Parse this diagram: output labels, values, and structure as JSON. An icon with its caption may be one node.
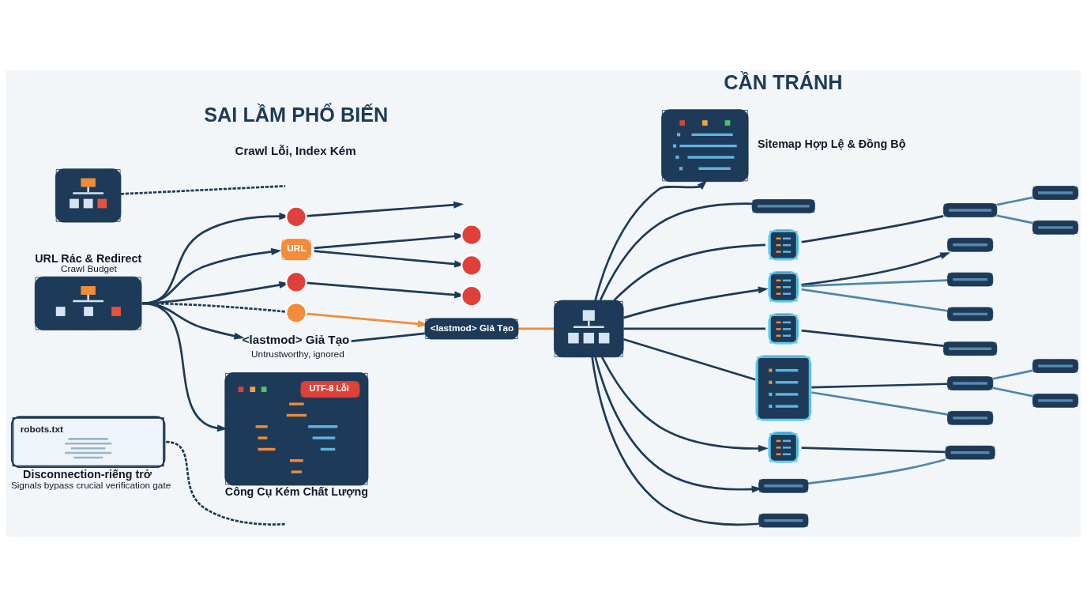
{
  "diagram": {
    "nodes": [
      {
        "text": [],
        "shape": "picture"
      },
      {
        "text": [],
        "shape": "picture",
        "beside": [
          "URL Rác & Redirect",
          "Crawl Budget"
        ]
      },
      {
        "text": [],
        "shape": "circle"
      },
      {
        "text": [
          "URL"
        ]
      },
      {
        "text": [],
        "shape": "circle"
      },
      {
        "text": [],
        "shape": "circle"
      },
      {
        "text": [],
        "shape": "circle"
      },
      {
        "text": [],
        "shape": "circle"
      },
      {
        "text": [],
        "shape": "circle"
      },
      {
        "text": [
          "<lastmod> Giả Tạo"
        ]
      },
      {
        "text": [
          "<lastmod> Giả Tạo",
          "Untrustworthy, ignored"
        ]
      },
      {
        "text": [
          "robots.txt"
        ],
        "beside": [
          "Disconnection-riếng trở",
          "Signals bypass crucial verification gate"
        ]
      },
      {
        "text": [
          "UTF-8 Lỗi"
        ],
        "beside": [
          "Công Cụ Kém Chất Lượng"
        ]
      },
      {
        "text": [],
        "shape": "picture"
      },
      {
        "text": [],
        "shape": "picture",
        "beside": [
          "Sitemap Hợp Lệ & Đồng Bộ"
        ]
      },
      {
        "text": [],
        "shape": "bar"
      },
      {
        "text": [],
        "shape": "picture"
      },
      {
        "text": [],
        "shape": "bar"
      },
      {
        "text": [],
        "shape": "bar"
      },
      {
        "text": [],
        "shape": "bar"
      },
      {
        "text": [],
        "shape": "picture"
      },
      {
        "text": [],
        "shape": "bar"
      },
      {
        "text": [],
        "shape": "bar"
      },
      {
        "text": [],
        "shape": "bar"
      },
      {
        "text": [],
        "shape": "picture"
      },
      {
        "text": [],
        "shape": "bar"
      },
      {
        "text": [],
        "shape": "picture"
      },
      {
        "text": [],
        "shape": "bar"
      },
      {
        "text": [],
        "shape": "bar"
      },
      {
        "text": [],
        "shape": "bar"
      },
      {
        "text": [],
        "shape": "bar"
      },
      {
        "text": [],
        "shape": "picture"
      },
      {
        "text": [],
        "shape": "bar"
      },
      {
        "text": [],
        "shape": "bar"
      },
      {
        "text": [],
        "shape": "bar"
      }
    ],
    "edges": [
      {
        "from": 0,
        "to": null,
        "arrow": "none",
        "style": "dashed"
      },
      {
        "from": 1,
        "to": 2,
        "arrow": "to"
      },
      {
        "from": 2,
        "to": null,
        "arrow": "to"
      },
      {
        "from": 1,
        "to": 3,
        "arrow": "to"
      },
      {
        "from": 3,
        "to": 4,
        "arrow": "to"
      },
      {
        "from": 3,
        "to": 5,
        "arrow": "to"
      },
      {
        "from": 1,
        "to": 6,
        "arrow": "to"
      },
      {
        "from": 6,
        "to": 7,
        "arrow": "to"
      },
      {
        "from": 1,
        "to": 8,
        "arrow": "none",
        "style": "dashed"
      },
      {
        "from": 8,
        "to": 9,
        "arrow": "to",
        "color": "#f28c38"
      },
      {
        "from": 9,
        "to": 13,
        "arrow": "none",
        "color": "#f28c38"
      },
      {
        "from": 9,
        "to": 10,
        "arrow": "none"
      },
      {
        "from": 1,
        "to": 10,
        "arrow": "to"
      },
      {
        "from": 1,
        "to": 12,
        "arrow": "to"
      },
      {
        "from": 11,
        "to": null,
        "arrow": "none",
        "style": "dashed"
      },
      {
        "from": 13,
        "to": 14,
        "arrow": "to"
      },
      {
        "from": 13,
        "to": 15,
        "arrow": "none"
      },
      {
        "from": 13,
        "to": 16,
        "arrow": "none"
      },
      {
        "from": 16,
        "to": 17,
        "arrow": "none"
      },
      {
        "from": 17,
        "to": 18,
        "arrow": "none",
        "color": "#4d86ad"
      },
      {
        "from": 17,
        "to": 19,
        "arrow": "none",
        "color": "#4d86ad"
      },
      {
        "from": 13,
        "to": 20,
        "arrow": "to"
      },
      {
        "from": 20,
        "to": 21,
        "arrow": "to"
      },
      {
        "from": 20,
        "to": 22,
        "arrow": "none",
        "color": "#4d86ad"
      },
      {
        "from": 20,
        "to": 23,
        "arrow": "none",
        "color": "#4d86ad"
      },
      {
        "from": 13,
        "to": 24,
        "arrow": "none"
      },
      {
        "from": 24,
        "to": 25,
        "arrow": "none"
      },
      {
        "from": 13,
        "to": 26,
        "arrow": "none"
      },
      {
        "from": 26,
        "to": 27,
        "arrow": "none"
      },
      {
        "from": 27,
        "to": 28,
        "arrow": "none",
        "color": "#4d86ad"
      },
      {
        "from": 27,
        "to": 29,
        "arrow": "none",
        "color": "#4d86ad"
      },
      {
        "from": 26,
        "to": 30,
        "arrow": "none",
        "color": "#4d86ad"
      },
      {
        "from": 13,
        "to": 31,
        "arrow": "to"
      },
      {
        "from": 31,
        "to": 32,
        "arrow": "none"
      },
      {
        "from": 13,
        "to": 33,
        "arrow": "to"
      },
      {
        "from": 13,
        "to": 34,
        "arrow": "none"
      },
      {
        "from": 32,
        "to": 33,
        "arrow": "none",
        "color": "#4d86ad"
      }
    ],
    "labels": [
      "SAI LẦM PHỔ BIẾN",
      "CẦN TRÁNH",
      "Crawl Lỗi, Index Kém"
    ]
  }
}
